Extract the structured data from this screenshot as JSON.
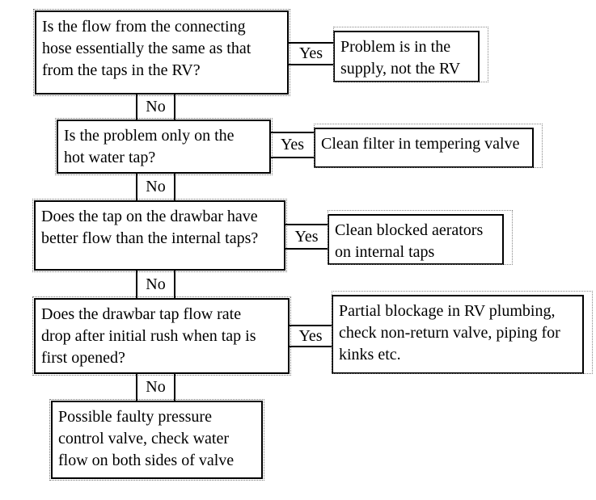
{
  "labels": {
    "yes": "Yes",
    "no": "No"
  },
  "nodes": {
    "q1": {
      "text": "Is the flow from the connecting\nhose essentially the same as that\nfrom the taps in the RV?"
    },
    "q2": {
      "text": "Is the problem only on the\nhot water tap?"
    },
    "q3": {
      "text": "Does the tap on the drawbar have\nbetter flow than the internal taps?"
    },
    "q4": {
      "text": "Does the drawbar tap flow rate\ndrop after initial rush when tap is\nfirst opened?"
    },
    "q5": {
      "text": "Possible faulty pressure\ncontrol valve, check water\nflow on both sides of valve"
    },
    "a1": {
      "text": "Problem is in the\nsupply, not the RV"
    },
    "a2": {
      "text": "Clean filter in tempering valve"
    },
    "a3": {
      "text": "Clean blocked aerators\non internal taps"
    },
    "a4": {
      "text": "Partial blockage in RV plumbing,\ncheck non-return valve, piping for\nkinks etc."
    }
  },
  "edges": [
    {
      "from": "q1",
      "to": "a1",
      "label": "Yes"
    },
    {
      "from": "q1",
      "to": "q2",
      "label": "No"
    },
    {
      "from": "q2",
      "to": "a2",
      "label": "Yes"
    },
    {
      "from": "q2",
      "to": "q3",
      "label": "No"
    },
    {
      "from": "q3",
      "to": "a3",
      "label": "Yes"
    },
    {
      "from": "q3",
      "to": "q4",
      "label": "No"
    },
    {
      "from": "q4",
      "to": "a4",
      "label": "Yes"
    },
    {
      "from": "q4",
      "to": "q5",
      "label": "No"
    }
  ],
  "colors": {
    "line": "#000000",
    "text": "#000000",
    "background": "#ffffff",
    "dotted_artifact": "#808080"
  }
}
